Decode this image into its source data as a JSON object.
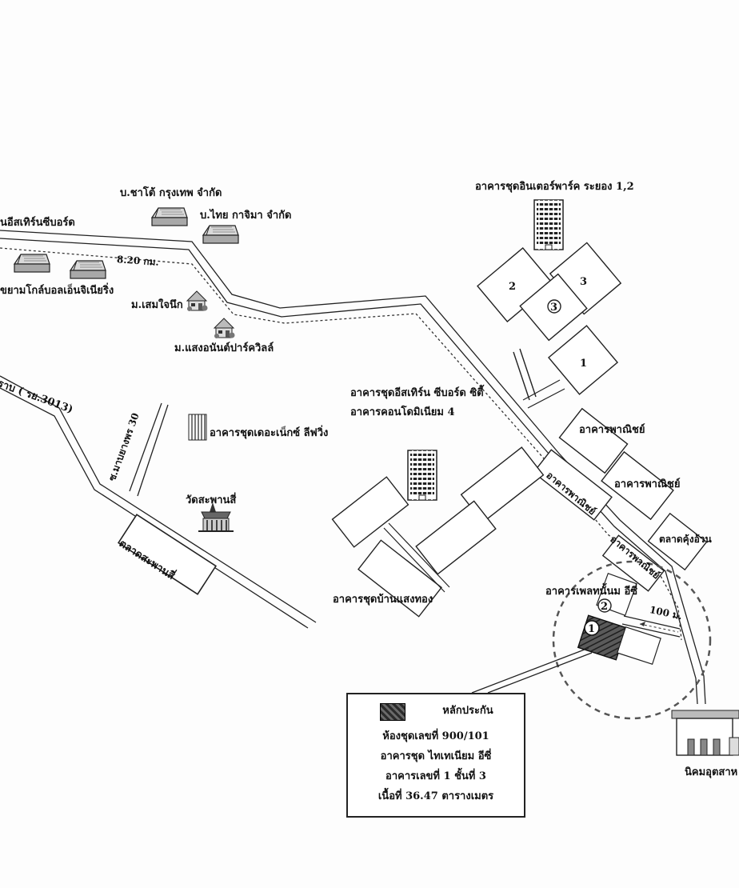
{
  "labels": {
    "factory_1": "บ.ชาโต้ กรุงเทพ จำกัด",
    "factory_2": "บ.ไทย กาจิมา จำกัด",
    "eastern_seaboard_left": "นอีสเทิร์นซีบอร์ด",
    "warehouse_left": "ขยามโกล์บอลเอ็นจิเนียริ่ง",
    "distance_820": "8.20 กม.",
    "village_1": "ม.เสมใจนึก",
    "village_2": "ม.แสงอนันต์ปาร์ควิลล์",
    "interpark": "อาคารชุดอินเตอร์พาร์ค ระยอง 1,2",
    "road_3013": "ราบ ( รย.3013)",
    "soi_30": "ซ.มาบยางพร 30",
    "the_next_living": "อาคารชุดเดอะเน็กซ์ ลีฟวิ่ง",
    "eastern_city": "อาคารชุดอีสเทิร์น ซีบอร์ด ซิตี้",
    "condo_4": "อาคารคอนโดมิเนียม 4",
    "wat": "วัดสะพานสี่",
    "market_saphansi": "ตลาดสะพานสี่",
    "ban_saeng_thong": "อาคารชุดบ้านแสงทอง",
    "commercial_1": "อาคารพาณิชย์",
    "commercial_2": "อาคารพาณิชย์",
    "commercial_3": "อาคารพาณิชย์",
    "commercial_4": "อาคารพาณิชย์",
    "market_thung": "ตลาดคุ้งอ้วน",
    "titanium_city": "อาคารเพลทนั้นม อีซี่",
    "distance_100": "100 ม.",
    "industrial_estate": "นิคมอุตสาห"
  },
  "building_numbers": [
    "2",
    "3",
    "3",
    "1",
    "2",
    "1"
  ],
  "legend": {
    "title": "หลักประกัน",
    "line1": "ห้องชุดเลขที่ 900/101",
    "line2": "อาคารชุด ไทเทเนียม อีซี่",
    "line3": "อาคารเลขที่ 1 ชั้นที่ 3",
    "line4": "เนื้อที่ 36.47 ตารางเมตร"
  },
  "colors": {
    "line": "#222222",
    "collateral": "#3a3a3a",
    "paper": "#fdfdfd"
  },
  "icons": {
    "warehouse": "warehouse-icon",
    "tower": "apartment-tower-icon",
    "house": "house-icon",
    "temple": "temple-icon",
    "factory": "factory-icon"
  }
}
